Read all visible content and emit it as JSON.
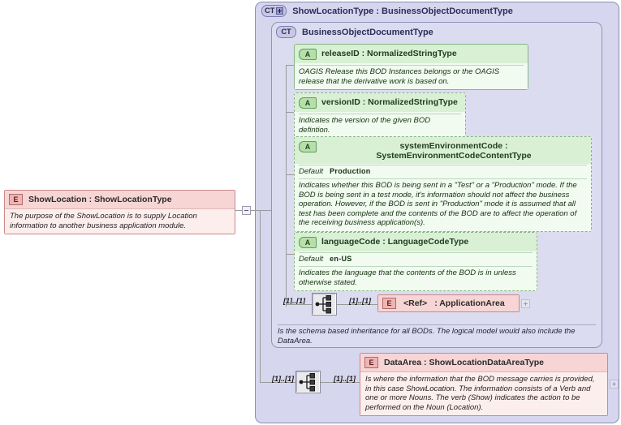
{
  "diagram": {
    "type": "xsd-schema-diagram",
    "root_element": {
      "badge": "E",
      "name": "ShowLocation : ShowLocationType",
      "documentation": "The purpose of the ShowLocation is to supply Location information to another business application module."
    },
    "outer_complex_type": {
      "badge": "CT",
      "expander": "plus-icon",
      "title": "ShowLocationType : BusinessObjectDocumentType"
    },
    "inner_complex_type": {
      "badge": "CT",
      "title": "BusinessObjectDocumentType",
      "note": "Is the schema based inheritance for all BODs. The logical model would also include the DataArea."
    },
    "attributes": [
      {
        "badge": "A",
        "name": "releaseID : NormalizedStringType",
        "required": true,
        "default_label": "",
        "default_value": "",
        "documentation": "OAGIS Release this BOD Instances belongs or the OAGIS release that the derivative work is based on."
      },
      {
        "badge": "A",
        "name": "versionID : NormalizedStringType",
        "required": false,
        "default_label": "",
        "default_value": "",
        "documentation": "Indicates the version of the given BOD defintion."
      },
      {
        "badge": "A",
        "name": "systemEnvironmentCode : SystemEnvironmentCodeContentType",
        "required": false,
        "default_label": "Default",
        "default_value": "Production",
        "documentation": "Indicates whether this BOD is being sent in a \"Test\" or a \"Production\" mode. If the BOD is being sent in a test mode, it's information should not affect the business operation. However, if the BOD is sent in \"Production\" mode it is assumed that all test has been complete and the contents of the BOD are to affect the operation of the receiving business application(s)."
      },
      {
        "badge": "A",
        "name": "languageCode : LanguageCodeType",
        "required": false,
        "default_label": "Default",
        "default_value": "en-US",
        "documentation": "Indicates the language that the contents of the BOD is in unless otherwise stated."
      }
    ],
    "application_area": {
      "badge": "E",
      "ref_tag": "<Ref>",
      "type_label": ": ApplicationArea",
      "cardinality_left": "[1]..[1]",
      "cardinality_right": "[1]..[1]",
      "compositor": "sequence-icon",
      "expander": "plus-icon"
    },
    "data_area": {
      "badge": "E",
      "name": "DataArea : ShowLocationDataAreaType",
      "documentation": "Is where the information that the BOD message carries is provided, in this case ShowLocation. The information consists of a Verb and one or more Nouns. The verb (Show) indicates the action to be performed on the Noun (Location).",
      "cardinality_left": "[1]..[1]",
      "cardinality_right": "[1]..[1]",
      "compositor": "sequence-icon",
      "expander": "plus-icon"
    },
    "colors": {
      "element_header": "#f7d5d5",
      "element_body": "#fdeeee",
      "attribute_header": "#d9f0d4",
      "attribute_body": "#f1fbf0",
      "panel_outer": "#d6d6ee",
      "panel_inner": "#dcdcf0",
      "connector": "#9a9a9a"
    }
  }
}
